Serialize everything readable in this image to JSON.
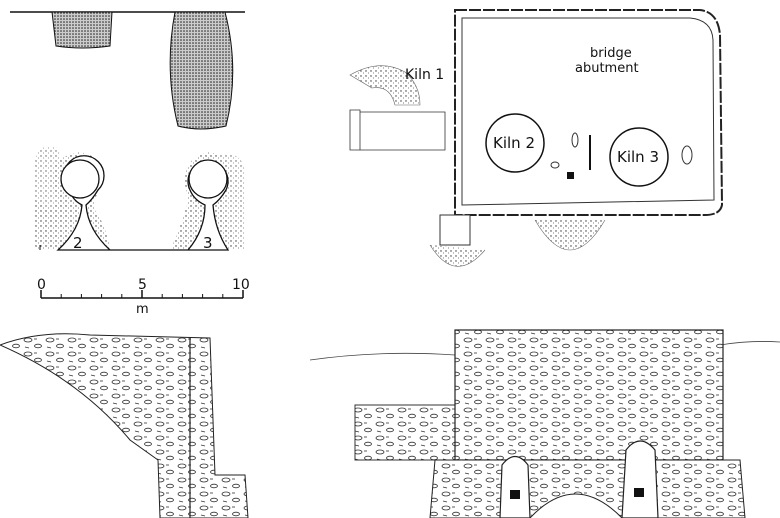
{
  "section_labels": {
    "kiln_2": "2",
    "kiln_3": "3"
  },
  "scale_bar": {
    "ticks": [
      "0",
      "5",
      "10"
    ],
    "unit": "m",
    "minor_divisions": 10
  },
  "plan_labels": {
    "kiln_1": "Kiln 1",
    "bridge_abutment_line1": "bridge",
    "bridge_abutment_line2": "abutment",
    "kiln_2": "Kiln 2",
    "kiln_3": "Kiln 3"
  }
}
